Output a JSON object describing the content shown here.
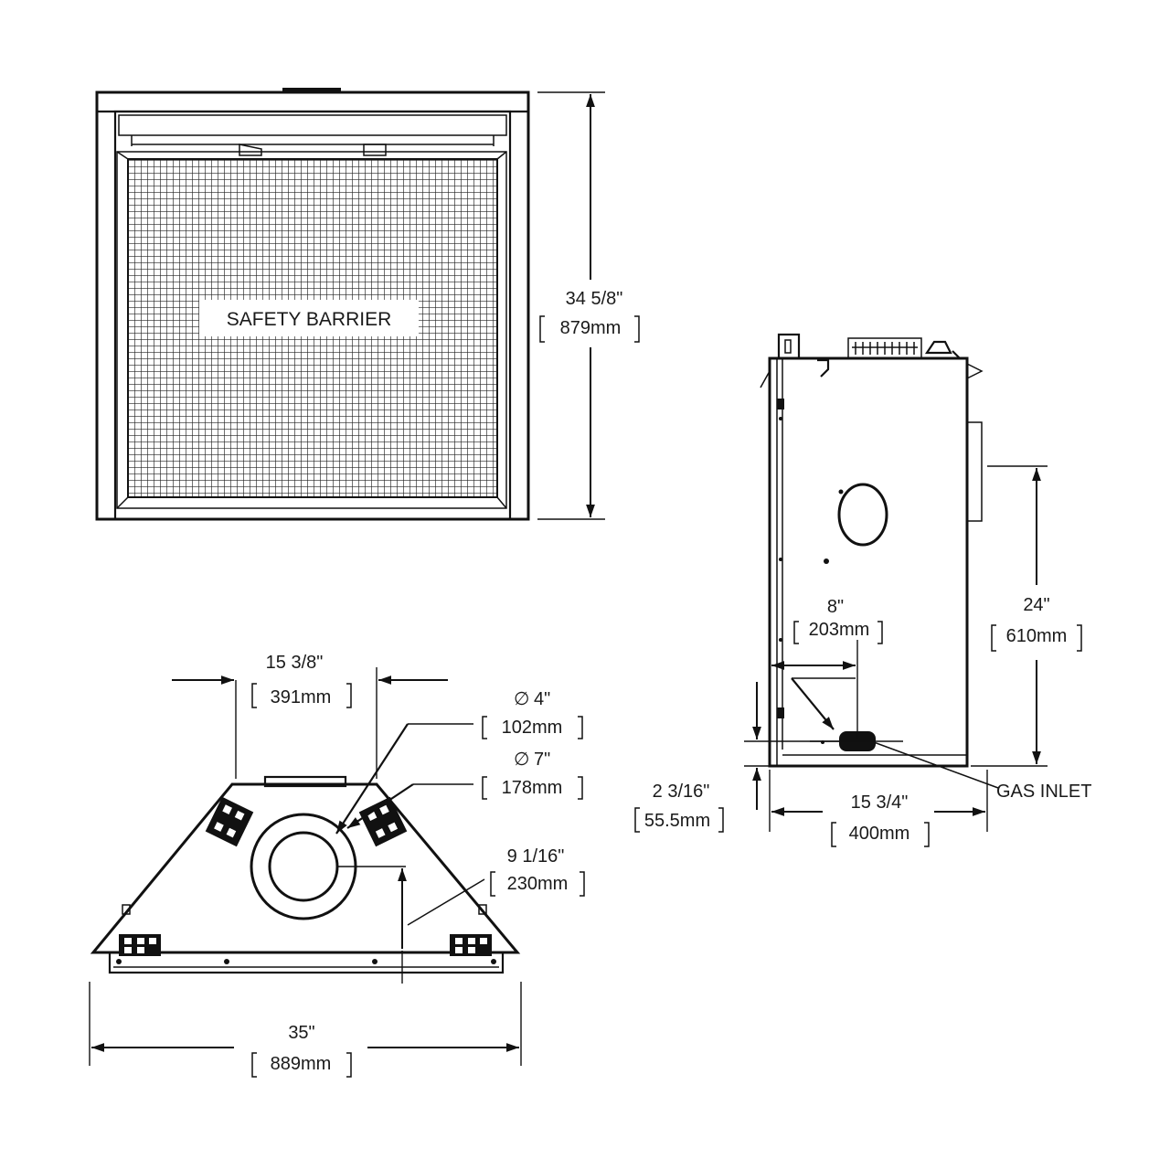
{
  "front_view": {
    "label": "SAFETY BARRIER",
    "height_in": "34 5/8\"",
    "height_mm": "879mm"
  },
  "top_view": {
    "collar_offset_in": "15 3/8\"",
    "collar_offset_mm": "391mm",
    "inner_dia_in": "4\"",
    "inner_dia_mm": "102mm",
    "outer_dia_in": "7\"",
    "outer_dia_mm": "178mm",
    "depth_in": "9  1/16\"",
    "depth_mm": "230mm",
    "width_in": "35\"",
    "width_mm": "889mm"
  },
  "side_view": {
    "vent_height_in": "24\"",
    "vent_height_mm": "610mm",
    "gas_offset_in": "8\"",
    "gas_offset_mm": "203mm",
    "gas_height_in": "2 3/16\"",
    "gas_height_mm": "55.5mm",
    "depth_in": "15 3/4\"",
    "depth_mm": "400mm",
    "gas_label": "GAS INLET"
  },
  "diameter_symbol": "∅"
}
